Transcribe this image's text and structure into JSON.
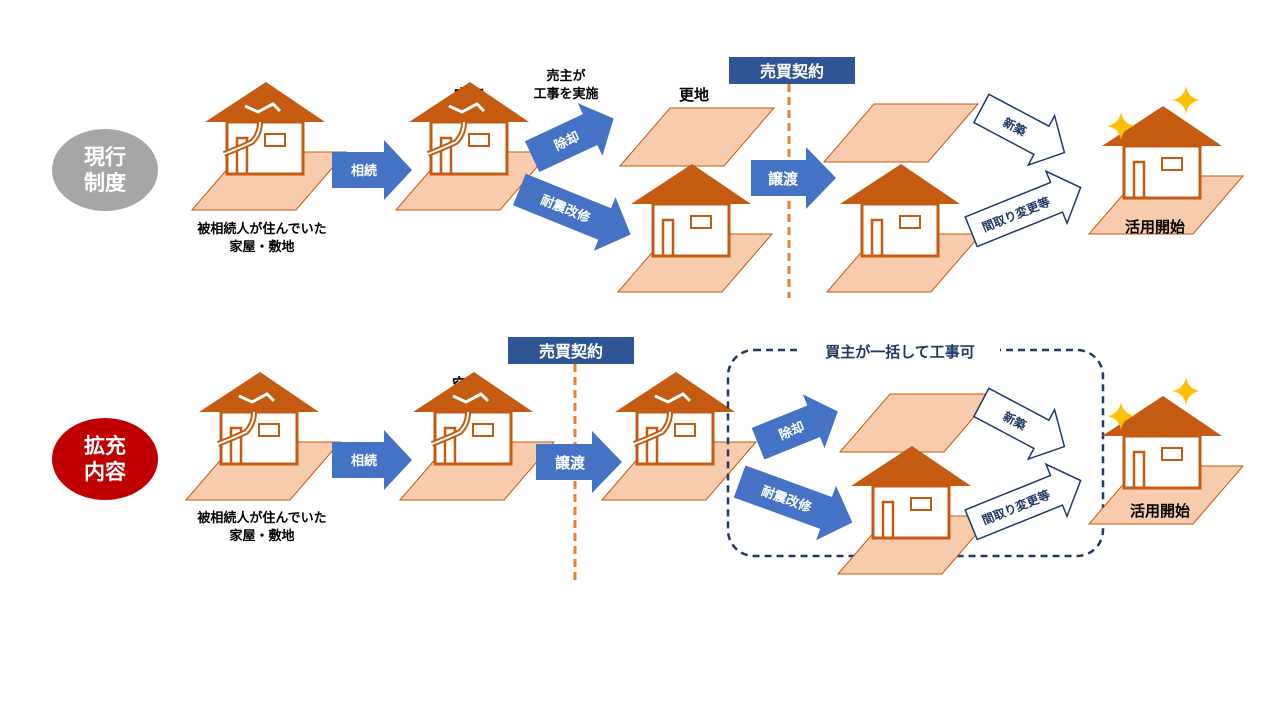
{
  "current": {
    "badge": [
      "現行",
      "制度"
    ],
    "origin_caption": [
      "被相続人が住んでいた",
      "家屋・敷地"
    ],
    "inherit_label": "相続",
    "vacant_label": "空家",
    "seller_note": [
      "売主が",
      "工事を実施"
    ],
    "demolish_label": "除却",
    "vacant_land_label": "更地",
    "retrofit_label": "耐震改修",
    "contract_label": "売買契約",
    "transfer_label": "譲渡",
    "new_build_label": "新築",
    "remodel_label": "間取り変更等",
    "result_label": "活用開始"
  },
  "expanded": {
    "badge": [
      "拡充",
      "内容"
    ],
    "origin_caption": [
      "被相続人が住んでいた",
      "家屋・敷地"
    ],
    "inherit_label": "相続",
    "vacant_label": "空家",
    "contract_label": "売買契約",
    "transfer_label": "譲渡",
    "buyer_note": "買主が一括して工事可",
    "demolish_label": "除却",
    "retrofit_label": "耐震改修",
    "new_build_label": "新築",
    "remodel_label": "間取り変更等",
    "result_label": "活用開始"
  },
  "colors": {
    "badge_current": "#a6a6a6",
    "badge_expanded": "#c00000",
    "roof": "#c55a11",
    "land": "#f8cbad",
    "arrow_fill": "#4472c4",
    "contract_fill": "#2f5597",
    "dashed_line": "#ed7d31",
    "buyer_box": "#203864",
    "sparkle": "#ffc000"
  }
}
